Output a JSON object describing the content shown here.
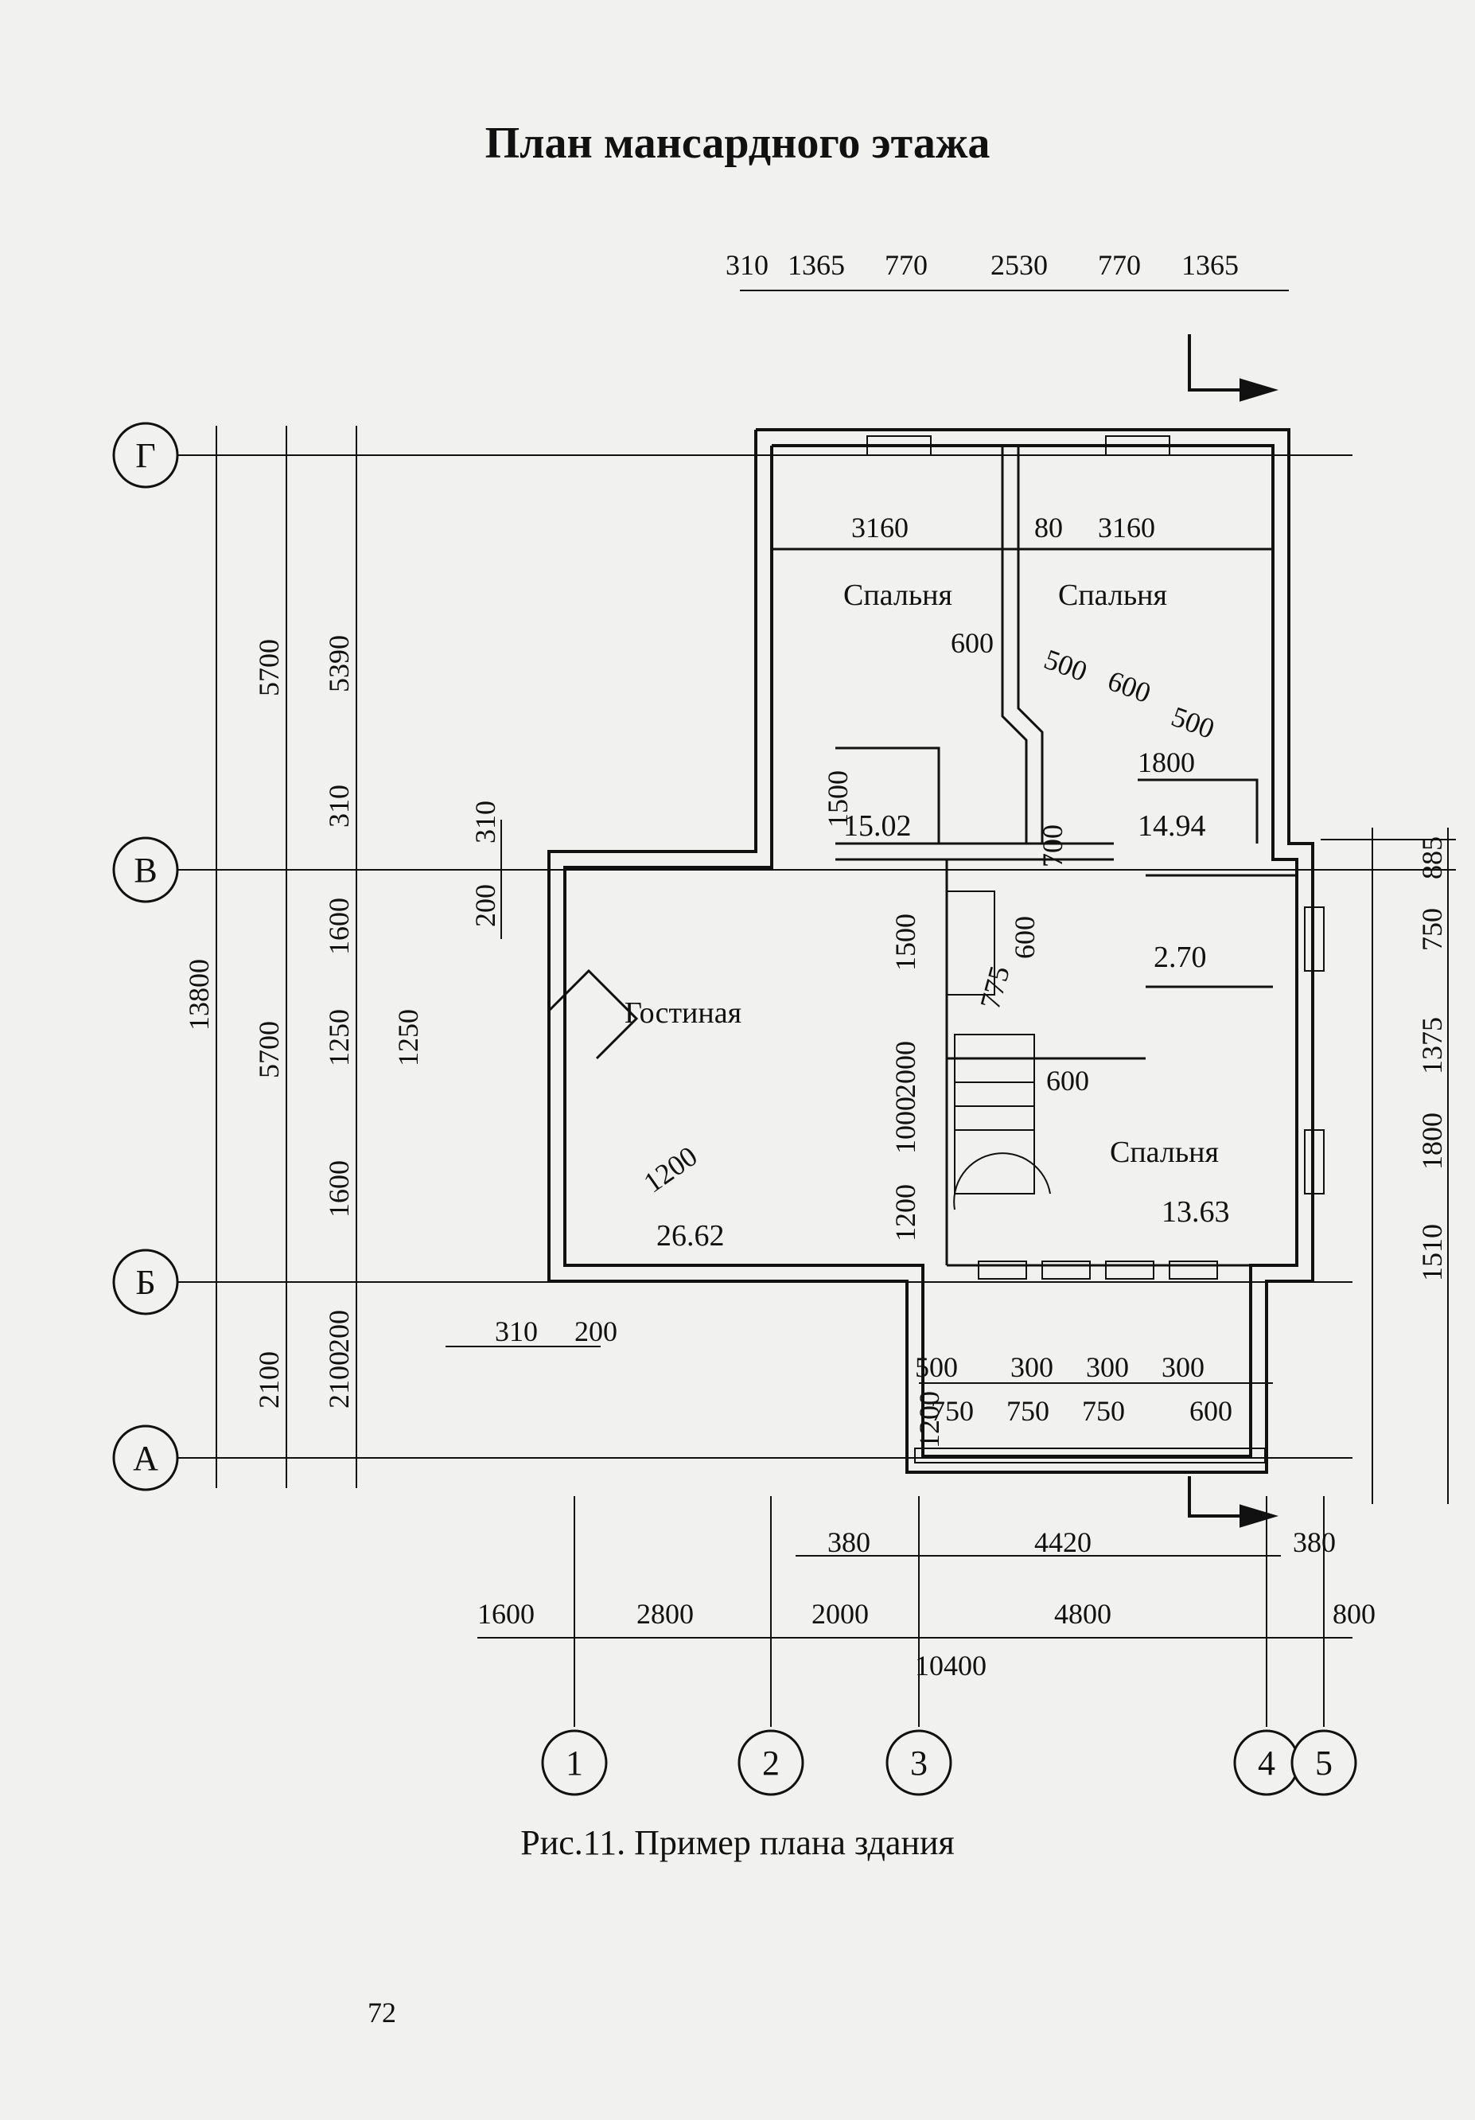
{
  "page": {
    "title": "План мансардного этажа",
    "caption": "Рис.11. Пример плана здания",
    "page_number": "72"
  },
  "axes": {
    "letters": [
      "Г",
      "В",
      "Б",
      "А"
    ],
    "numbers": [
      "1",
      "2",
      "3",
      "4",
      "5"
    ]
  },
  "rooms": [
    {
      "name": "Спальня",
      "area": "15.02"
    },
    {
      "name": "Спальня",
      "area": "14.94"
    },
    {
      "name": "Гостиная",
      "area": "26.62"
    },
    {
      "name": "Спальня",
      "area": "13.63"
    },
    {
      "name": "",
      "area": "2.70"
    }
  ],
  "dimensions": {
    "top_chain": [
      "310",
      "1365",
      "770",
      "2530",
      "770",
      "1365"
    ],
    "left_outer": [
      "13800"
    ],
    "left_mid": [
      "5700",
      "5700",
      "2100"
    ],
    "left_inner": [
      "5390",
      "310",
      "1600",
      "1250",
      "1600",
      "2100"
    ],
    "left_detail": [
      "310",
      "200",
      "1250",
      "200"
    ],
    "right_chain": [
      "885",
      "750",
      "1375",
      "1800",
      "1510"
    ],
    "bottom_chain": [
      "1600",
      "2800",
      "2000",
      "4800",
      "800"
    ],
    "bottom_total": [
      "10400"
    ],
    "bottom_other": [
      "380",
      "4420",
      "380"
    ],
    "interior": [
      "3160",
      "80",
      "3160",
      "600",
      "500",
      "600",
      "500",
      "1800",
      "1500",
      "700",
      "1500",
      "1200",
      "600",
      "775",
      "600",
      "2000",
      "1000",
      "1200",
      "1200",
      "310",
      "200",
      "500",
      "300",
      "300",
      "300",
      "750",
      "750",
      "750",
      "600"
    ]
  }
}
